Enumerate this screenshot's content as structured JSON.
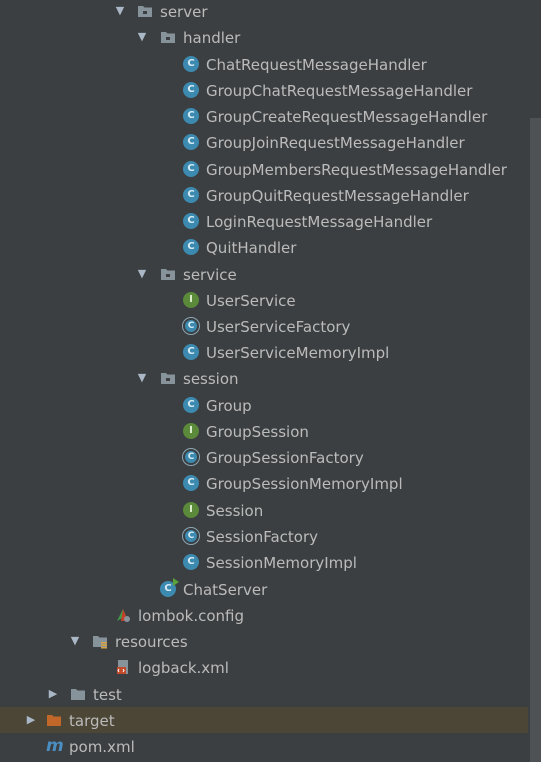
{
  "tree": [
    {
      "label": "server",
      "kind": "package",
      "expanded": "open"
    },
    {
      "label": "handler",
      "kind": "package",
      "expanded": "open"
    },
    {
      "label": "ChatRequestMessageHandler",
      "kind": "class",
      "icon": "C"
    },
    {
      "label": "GroupChatRequestMessageHandler",
      "kind": "class",
      "icon": "C"
    },
    {
      "label": "GroupCreateRequestMessageHandler",
      "kind": "class",
      "icon": "C"
    },
    {
      "label": "GroupJoinRequestMessageHandler",
      "kind": "class",
      "icon": "C"
    },
    {
      "label": "GroupMembersRequestMessageHandler",
      "kind": "class",
      "icon": "C"
    },
    {
      "label": "GroupQuitRequestMessageHandler",
      "kind": "class",
      "icon": "C"
    },
    {
      "label": "LoginRequestMessageHandler",
      "kind": "class",
      "icon": "C"
    },
    {
      "label": "QuitHandler",
      "kind": "class",
      "icon": "C"
    },
    {
      "label": "service",
      "kind": "package",
      "expanded": "open"
    },
    {
      "label": "UserService",
      "kind": "interface",
      "icon": "I"
    },
    {
      "label": "UserServiceFactory",
      "kind": "final",
      "icon": "C"
    },
    {
      "label": "UserServiceMemoryImpl",
      "kind": "class",
      "icon": "C"
    },
    {
      "label": "session",
      "kind": "package",
      "expanded": "open"
    },
    {
      "label": "Group",
      "kind": "class",
      "icon": "C"
    },
    {
      "label": "GroupSession",
      "kind": "interface",
      "icon": "I"
    },
    {
      "label": "GroupSessionFactory",
      "kind": "final",
      "icon": "C"
    },
    {
      "label": "GroupSessionMemoryImpl",
      "kind": "class",
      "icon": "C"
    },
    {
      "label": "Session",
      "kind": "interface",
      "icon": "I"
    },
    {
      "label": "SessionFactory",
      "kind": "final",
      "icon": "C"
    },
    {
      "label": "SessionMemoryImpl",
      "kind": "class",
      "icon": "C"
    },
    {
      "label": "ChatServer",
      "kind": "main-class",
      "icon": "C"
    },
    {
      "label": "lombok.config",
      "kind": "config-file"
    },
    {
      "label": "resources",
      "kind": "resources-folder",
      "expanded": "open"
    },
    {
      "label": "logback.xml",
      "kind": "xml-file"
    },
    {
      "label": "test",
      "kind": "folder",
      "expanded": "closed"
    },
    {
      "label": "target",
      "kind": "excluded-folder",
      "expanded": "closed",
      "selected": true
    },
    {
      "label": "pom.xml",
      "kind": "maven-file",
      "icon": "m"
    }
  ],
  "colors": {
    "background": "#3c3f41",
    "text": "#bbbbbb",
    "class_icon": "#3d8ab0",
    "interface_icon": "#5a8a3a",
    "target_folder": "#c1672a",
    "selected_row": "#4b4636"
  }
}
